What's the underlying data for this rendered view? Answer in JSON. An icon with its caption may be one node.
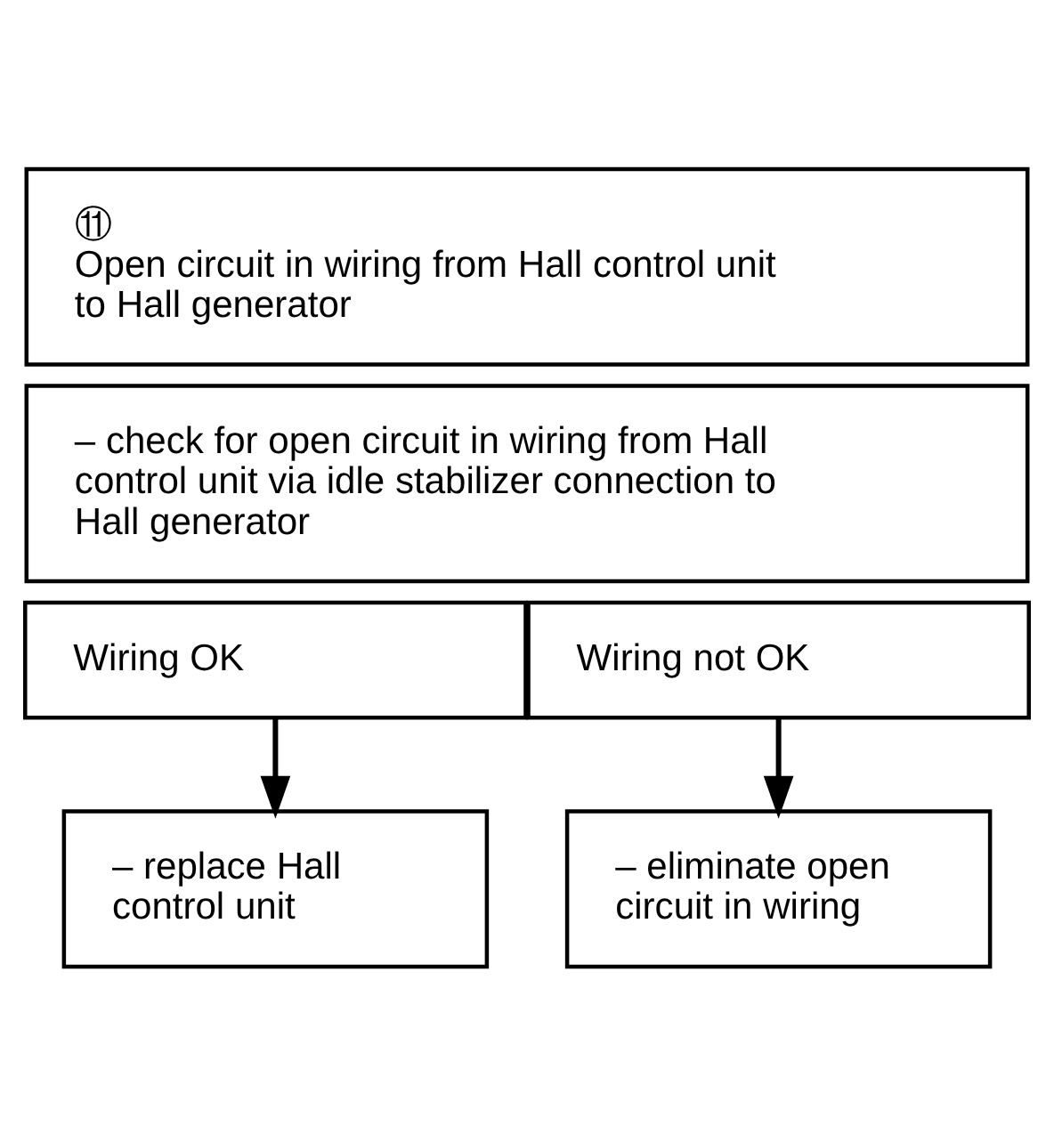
{
  "diagram": {
    "nodes": [
      {
        "text": [
          "⑪",
          "Open circuit in wiring from Hall control unit to Hall generator"
        ]
      },
      {
        "text": [
          "– check for open circuit in wiring from Hall control unit via idle stabilizer connection to Hall generator"
        ]
      },
      {
        "text": [
          "Wiring OK"
        ]
      },
      {
        "text": [
          "Wiring not OK"
        ]
      },
      {
        "text": [
          "– replace Hall control unit"
        ]
      },
      {
        "text": [
          "– eliminate open circuit in wiring"
        ]
      }
    ],
    "edges": [
      {
        "from": 2,
        "to": 4,
        "arrow": "to"
      },
      {
        "from": 3,
        "to": 5,
        "arrow": "to"
      }
    ]
  }
}
